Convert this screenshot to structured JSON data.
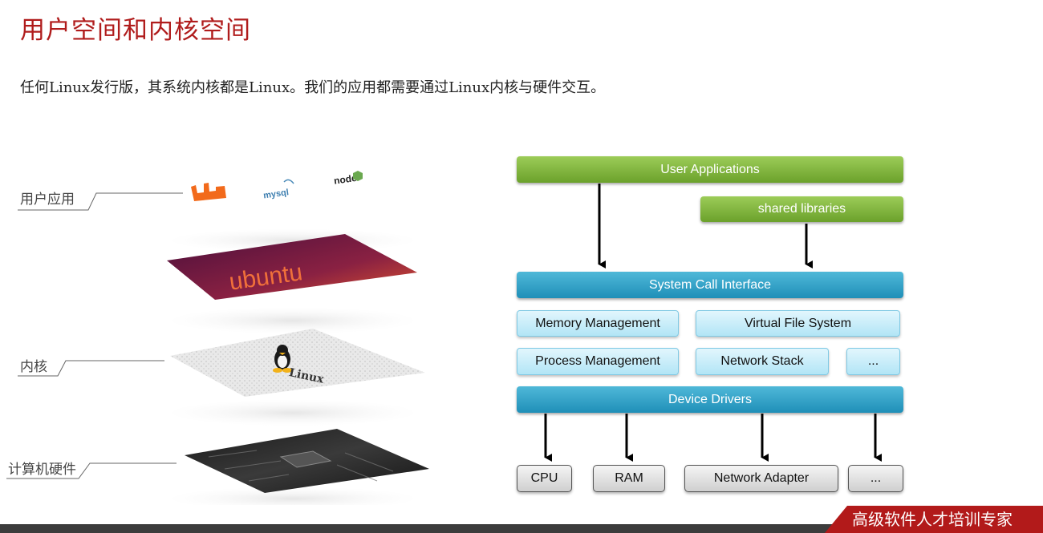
{
  "title": "用户空间和内核空间",
  "subtitle": "任何Linux发行版，其系统内核都是Linux。我们的应用都需要通过Linux内核与硬件交互。",
  "layers": {
    "apps_label": "用户应用",
    "kernel_label": "内核",
    "hardware_label": "计算机硬件",
    "distro_logo_text": "ubuntu",
    "kernel_logo_text": "Linux",
    "app_logos": [
      "mysql",
      "node"
    ]
  },
  "diagram": {
    "user_applications": "User Applications",
    "shared_libraries": "shared libraries",
    "system_call_interface": "System Call Interface",
    "memory_management": "Memory Management",
    "virtual_file_system": "Virtual File System",
    "process_management": "Process Management",
    "network_stack": "Network Stack",
    "more_modules": "...",
    "device_drivers": "Device Drivers",
    "cpu": "CPU",
    "ram": "RAM",
    "network_adapter": "Network Adapter",
    "more_hardware": "..."
  },
  "footer": {
    "slogan": "高级软件人才培训专家"
  },
  "colors": {
    "title": "#b01c1c",
    "green_bar": "#7fb23a",
    "blue_bar": "#2b9cc4",
    "footer_badge": "#b21a1a"
  }
}
